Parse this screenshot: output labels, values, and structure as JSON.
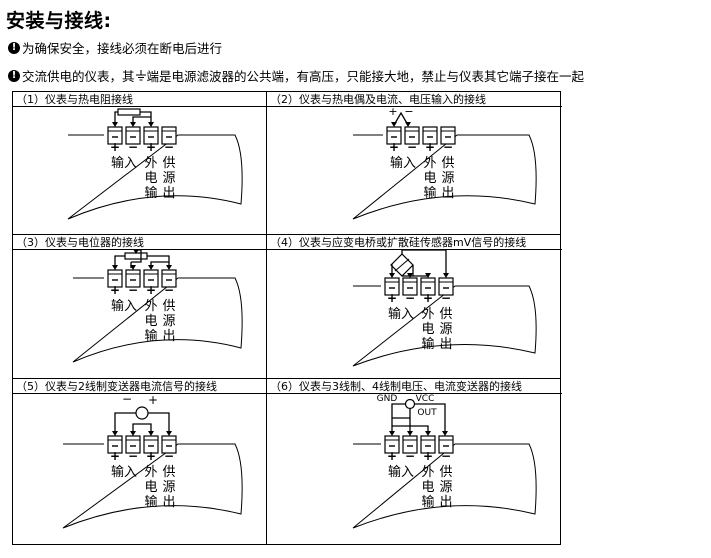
{
  "page": {
    "title": "安装与接线:",
    "notes": [
      {
        "text": "为确保安全，接线必须在断电后进行"
      },
      {
        "text_before": "交流供电的仪表，其",
        "text_after": "端是电源滤波器的公共端，有高压，只能接大地，禁止与仪表其它端子接在一起"
      }
    ]
  },
  "diagrams": [
    {
      "caption": "（1）仪表与热电阻接线",
      "type": "rtd"
    },
    {
      "caption": "（2）仪表与热电偶及电流、电压输入的接线",
      "type": "thermocouple",
      "plus": "+",
      "minus": "−"
    },
    {
      "caption": "（3）仪表与电位器的接线",
      "type": "potentiometer"
    },
    {
      "caption": "（4）仪表与应变电桥或扩散硅传感器mV信号的接线",
      "type": "bridge"
    },
    {
      "caption": "（5）仪表与2线制变送器电流信号的接线",
      "type": "two-wire",
      "plus": "+",
      "minus": "−"
    },
    {
      "caption": "（6）仪表与3线制、4线制电压、电流变送器的接线",
      "type": "three-wire",
      "gnd": "GND",
      "vcc": "VCC",
      "out": "OUT"
    }
  ],
  "terminal_labels": {
    "plus": "+",
    "minus": "−",
    "input": "输入",
    "ext_supply_col1": [
      "外",
      "电",
      "输"
    ],
    "ext_supply_col2": [
      "供",
      "源",
      "出"
    ]
  }
}
